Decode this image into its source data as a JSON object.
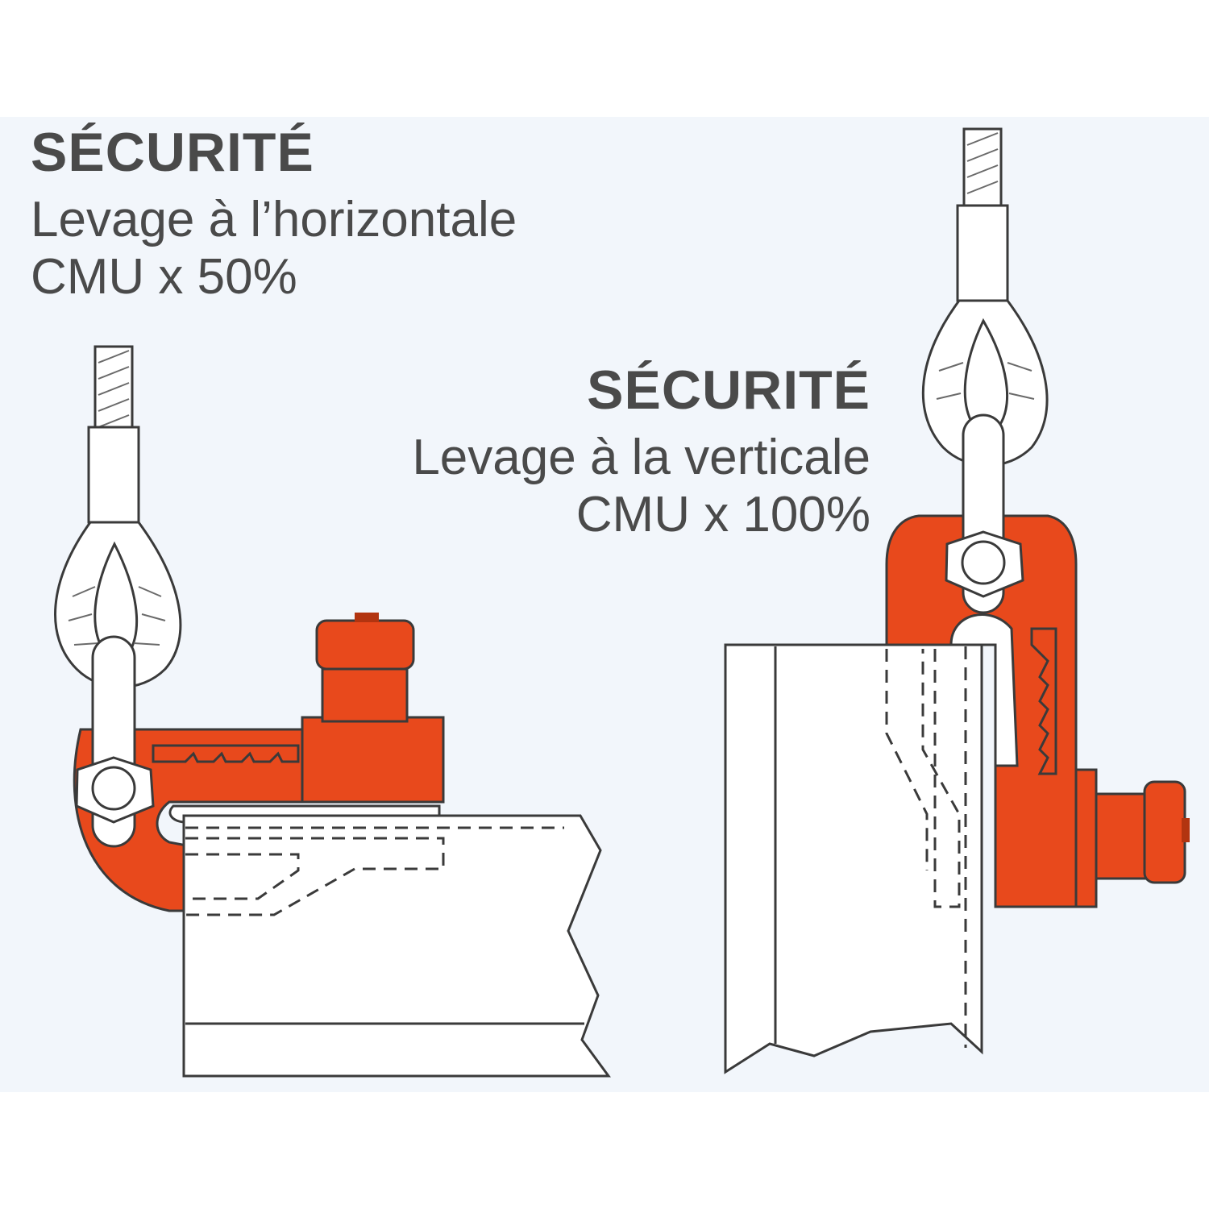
{
  "left": {
    "title": "SÉCURITÉ",
    "line1": "Levage à l’horizontale",
    "line2": "CMU x 50%"
  },
  "right": {
    "title": "SÉCURITÉ",
    "line1": "Levage à la verticale",
    "line2": "CMU x 100%"
  },
  "colors": {
    "clamp": "#e8491c",
    "clamp_dark": "#b23410",
    "outline": "#3a3a3a",
    "text": "#4a4a4a",
    "background_panel": "#f2f6fb"
  }
}
